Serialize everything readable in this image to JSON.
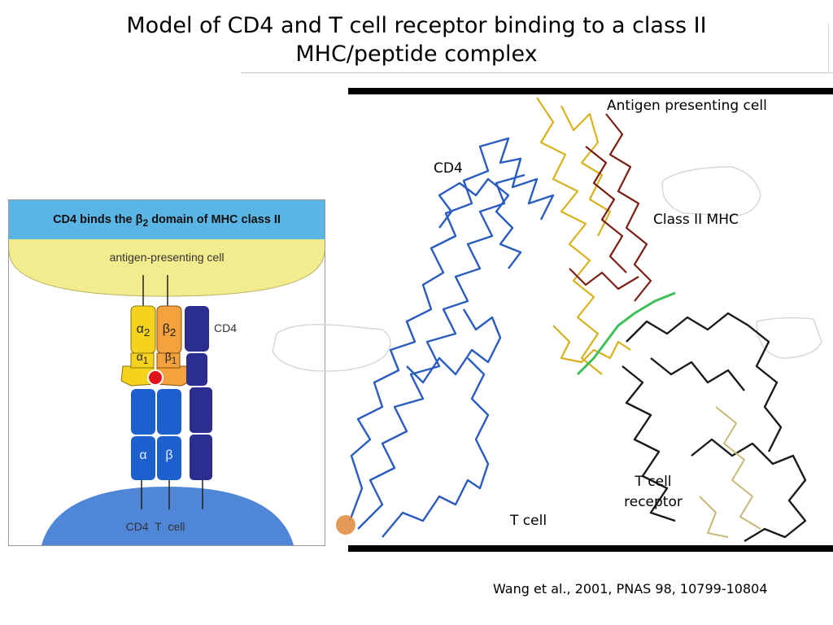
{
  "slide": {
    "title_line1": "Model of CD4 and T cell receptor binding to a class II",
    "title_line2": "MHC/peptide complex",
    "citation": "Wang et al., 2001, PNAS 98, 10799-10804"
  },
  "inset": {
    "header_prefix": "CD4 binds the ",
    "header_beta": "β",
    "header_sub": "2",
    "header_suffix": " domain of MHC class II",
    "apc_label": "antigen-presenting cell",
    "tcell_label": "CD4 T cell",
    "cd4_label": "CD4",
    "domains": {
      "alpha2": "α",
      "alpha2_sub": "2",
      "beta2": "β",
      "beta2_sub": "2",
      "alpha1": "α",
      "alpha1_sub": "1",
      "beta1": "β",
      "beta1_sub": "1",
      "alpha": "α",
      "beta": "β"
    },
    "colors": {
      "header": "#5ab5e5",
      "apc": "#f3ec8e",
      "tcell": "#4f86d8",
      "alpha": "#f5d31c",
      "beta": "#f4a23d",
      "cd4": "#2b2e8e",
      "tcr": "#1e5fd0",
      "peptide": "#e0141c"
    }
  },
  "structure": {
    "labels": {
      "apc": "Antigen presenting cell",
      "cd4": "CD4",
      "mhc": "Class II MHC",
      "tcr_line1": "T cell",
      "tcr_line2": "receptor",
      "tcell": "T cell"
    },
    "colors": {
      "cd4": "#2a5cc0",
      "mhc_alpha": "#d8b21e",
      "mhc_beta": "#7a1f14",
      "peptide": "#3fbf5a",
      "tcr_alpha": "#1a1a1a",
      "tcr_beta": "#c8b878",
      "membrane": "#e08a3a"
    }
  }
}
